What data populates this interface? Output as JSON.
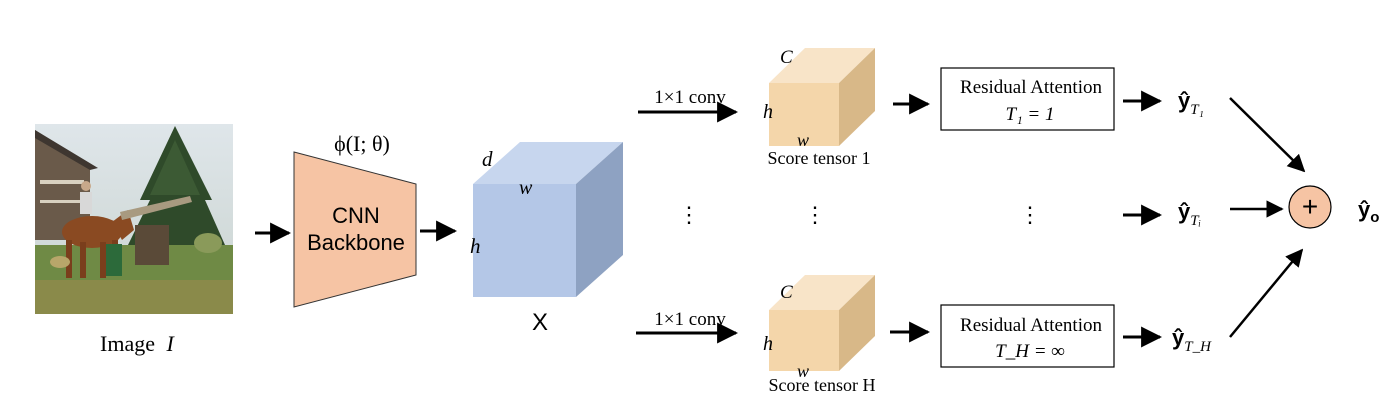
{
  "input": {
    "caption_prefix": "Image",
    "caption_var": "I"
  },
  "backbone": {
    "function_label": "ϕ(I; θ)",
    "line1": "CNN",
    "line2": "Backbone"
  },
  "feature_tensor": {
    "label": "X",
    "dim_d": "d",
    "dim_w": "w",
    "dim_h": "h"
  },
  "branches": {
    "top": {
      "conv_label": "1×1 conv",
      "dim_c": "C",
      "dim_h": "h",
      "dim_w": "w",
      "tensor_caption": "Score tensor 1",
      "attention_title": "Residual Attention",
      "attention_param": "T₁ = 1",
      "output": "ŷ",
      "output_sub": "T₁"
    },
    "middle": {
      "ellipsis": "⋮",
      "output": "ŷ",
      "output_sub": "Tᵢ"
    },
    "bottom": {
      "conv_label": "1×1 conv",
      "dim_c": "C",
      "dim_h": "h",
      "dim_w": "w",
      "tensor_caption": "Score tensor H",
      "attention_title": "Residual Attention",
      "attention_param": "T_H = ∞",
      "output": "ŷ",
      "output_sub": "T_H"
    }
  },
  "fusion": {
    "symbol": "+",
    "output": "ŷ",
    "output_sub": "o"
  },
  "colors": {
    "backbone_fill": "#f6c4a4",
    "feature_front": "#b4c7e7",
    "feature_top": "#c7d6ee",
    "feature_side": "#8ea2c2",
    "score_front": "#f4d6aa",
    "score_top": "#f8e4c8",
    "score_side": "#d8b888",
    "fusion_fill": "#f6c4a4"
  }
}
